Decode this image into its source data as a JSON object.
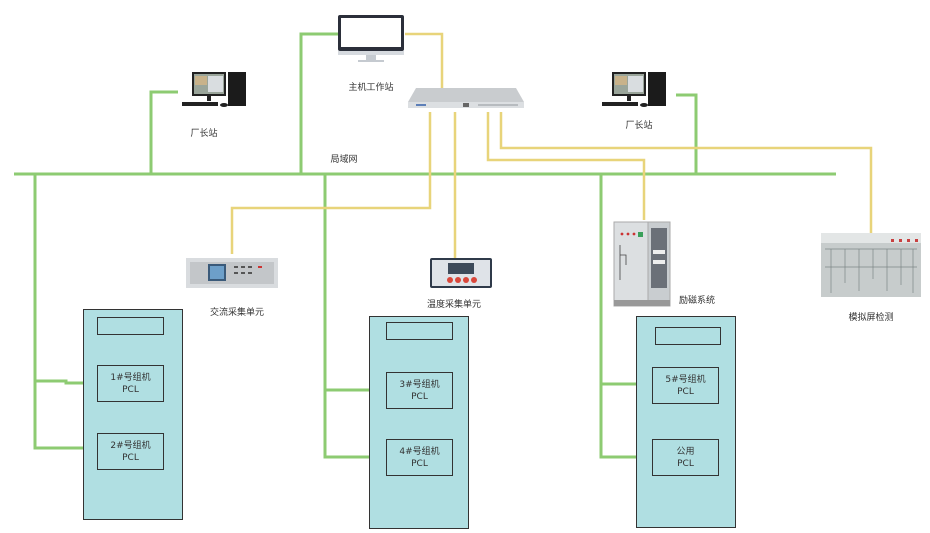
{
  "diagram": {
    "colors": {
      "lan_line": "#8dcb72",
      "serial_line": "#e8d47a",
      "cabinet_fill": "#b0dfe2",
      "cabinet_border": "#333333"
    },
    "network_label": "局域网",
    "devices": {
      "host_workstation": {
        "label": "主机工作站",
        "icon": "monitor-icon"
      },
      "director_station_left": {
        "label": "厂长站",
        "icon": "desktop-pc-icon"
      },
      "director_station_right": {
        "label": "厂长站",
        "icon": "desktop-pc-icon"
      },
      "switch": {
        "label": "",
        "icon": "rack-switch-icon"
      },
      "ac_acquisition_unit": {
        "label": "交流采集单元",
        "icon": "rack-device-icon"
      },
      "temperature_acquisition_unit": {
        "label": "温度采集单元",
        "icon": "controller-panel-icon"
      },
      "excitation_system": {
        "label": "励磁系统",
        "icon": "control-cabinet-icon"
      },
      "mimic_panel_monitoring": {
        "label": "模拟屏检测",
        "icon": "mimic-panel-icon"
      }
    },
    "cabinets": [
      {
        "plcs": [
          {
            "line1": "1#号组机",
            "line2": "PCL"
          },
          {
            "line1": "2#号组机",
            "line2": "PCL"
          }
        ]
      },
      {
        "plcs": [
          {
            "line1": "3#号组机",
            "line2": "PCL"
          },
          {
            "line1": "4#号组机",
            "line2": "PCL"
          }
        ]
      },
      {
        "plcs": [
          {
            "line1": "5#号组机",
            "line2": "PCL"
          },
          {
            "line1": "公用",
            "line2": "PCL"
          }
        ]
      }
    ]
  }
}
